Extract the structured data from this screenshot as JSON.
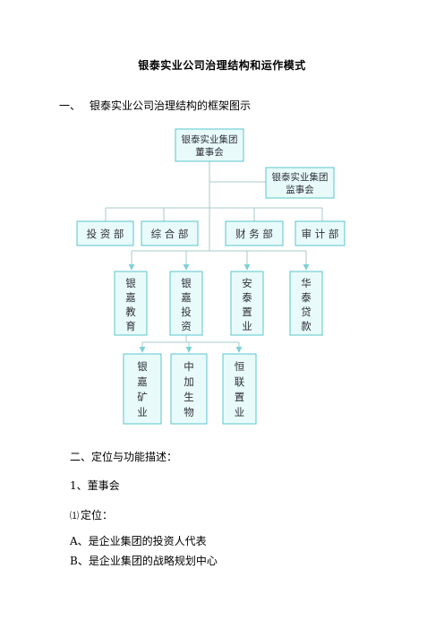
{
  "document": {
    "title": "银泰实业公司治理结构和运作模式",
    "section1": {
      "number": "一、",
      "text": "银泰实业公司治理结构的框架图示"
    },
    "section2": {
      "number": "二、",
      "text": "定位与功能描述："
    },
    "item1": "1、董事会",
    "sub1": {
      "marker": "⑴",
      "text": "定位："
    },
    "pointA": "A、是企业集团的投资人代表",
    "pointB": "B、是企业集团的战略规划中心"
  },
  "org_chart": {
    "board": [
      "银泰实业集团",
      "董事会"
    ],
    "supervisory": [
      "银泰实业集团",
      "监事会"
    ],
    "departments": [
      "投 资 部",
      "综 合 部",
      "财 务 部",
      "审 计 部"
    ],
    "subsidiaries": [
      [
        "银",
        "嘉",
        "教",
        "育"
      ],
      [
        "银",
        "嘉",
        "投",
        "资"
      ],
      [
        "安",
        "泰",
        "置",
        "业"
      ],
      [
        "华",
        "泰",
        "贷",
        "款"
      ]
    ],
    "investees": [
      [
        "银",
        "嘉",
        "矿",
        "业"
      ],
      [
        "中",
        "加",
        "生",
        "物"
      ],
      [
        "恒",
        "联",
        "置",
        "业"
      ]
    ],
    "colors": {
      "box_fill": "#e8fbfa",
      "box_border": "#59c6cc",
      "connector": "#a9c8cb",
      "arrow": "#7ed1d6"
    }
  }
}
